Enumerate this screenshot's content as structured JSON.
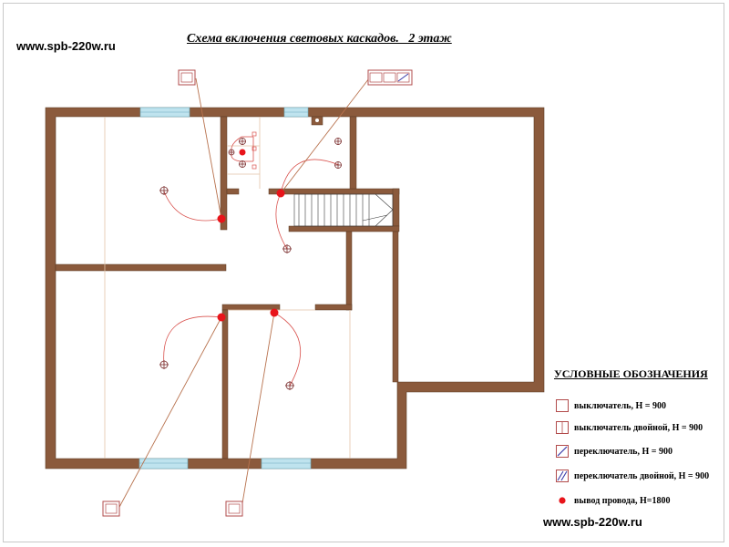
{
  "site_url_top": "www.spb-220w.ru",
  "site_url_bottom": "www.spb-220w.ru",
  "title": "Схема включения световых каскадов.   2 этаж",
  "legend": {
    "title": "УСЛОВНЫЕ ОБОЗНАЧЕНИЯ",
    "items": [
      {
        "symbol": "switch-single",
        "label": "выключатель, Н = 900"
      },
      {
        "symbol": "switch-double",
        "label": "выключатель двойной, Н = 900"
      },
      {
        "symbol": "pass-switch-single",
        "label": "переключатель, Н = 900"
      },
      {
        "symbol": "pass-switch-double",
        "label": "переключатель двойной, Н = 900"
      },
      {
        "symbol": "wire-outlet",
        "label": "вывод провода, Н=1800"
      }
    ]
  },
  "colors": {
    "wall": "#8b5a3c",
    "wall_interior": "#ffffff",
    "wire": "#d9534f",
    "leader": "#b8724e",
    "outlet": "#e8141a",
    "window": "#bfe3ee",
    "fixture": "#7a2d2d",
    "symbol": "#b24b4b"
  }
}
